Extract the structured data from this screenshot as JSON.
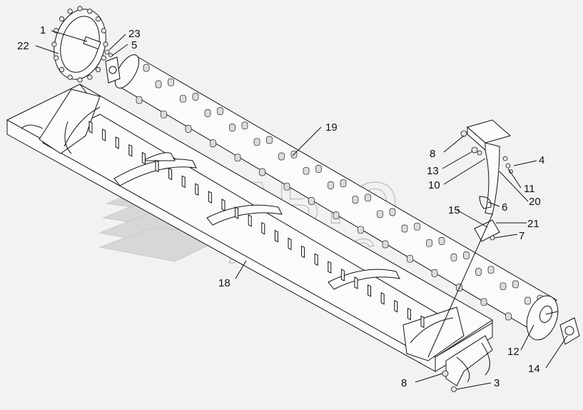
{
  "callouts": [
    {
      "id": "1",
      "label": "1"
    },
    {
      "id": "22",
      "label": "22"
    },
    {
      "id": "23",
      "label": "23"
    },
    {
      "id": "5",
      "label": "5"
    },
    {
      "id": "19",
      "label": "19"
    },
    {
      "id": "8a",
      "label": "8"
    },
    {
      "id": "13",
      "label": "13"
    },
    {
      "id": "10",
      "label": "10"
    },
    {
      "id": "4",
      "label": "4"
    },
    {
      "id": "11",
      "label": "11"
    },
    {
      "id": "20",
      "label": "20"
    },
    {
      "id": "6",
      "label": "6"
    },
    {
      "id": "15",
      "label": "15"
    },
    {
      "id": "21",
      "label": "21"
    },
    {
      "id": "7",
      "label": "7"
    },
    {
      "id": "18",
      "label": "18"
    },
    {
      "id": "12",
      "label": "12"
    },
    {
      "id": "14",
      "label": "14"
    },
    {
      "id": "8b",
      "label": "8"
    },
    {
      "id": "3",
      "label": "3"
    }
  ],
  "watermark": {
    "line1": "АВТО",
    "line2": "АЛЬЯНС"
  }
}
